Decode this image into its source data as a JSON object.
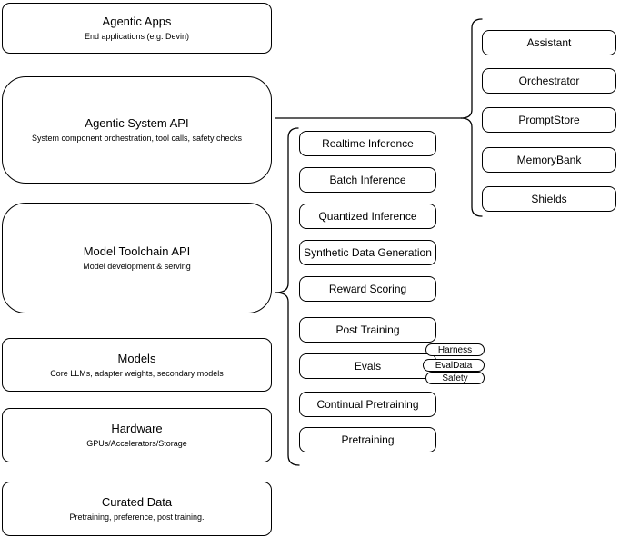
{
  "diagram": {
    "left_stack": [
      {
        "title": "Agentic Apps",
        "subtitle": "End applications (e.g. Devin)"
      },
      {
        "title": "Agentic System API",
        "subtitle": "System component orchestration, tool calls, safety checks"
      },
      {
        "title": "Model Toolchain API",
        "subtitle": "Model development & serving"
      },
      {
        "title": "Models",
        "subtitle": "Core LLMs, adapter weights, secondary models"
      },
      {
        "title": "Hardware",
        "subtitle": "GPUs/Accelerators/Storage"
      },
      {
        "title": "Curated Data",
        "subtitle": "Pretraining, preference, post training."
      }
    ],
    "toolchain_items": [
      "Realtime Inference",
      "Batch Inference",
      "Quantized Inference",
      "Synthetic Data Generation",
      "Reward Scoring",
      "Post Training",
      "Evals",
      "Continual Pretraining",
      "Pretraining"
    ],
    "eval_tags": [
      "Harness",
      "EvalData",
      "Safety"
    ],
    "system_components": [
      "Assistant",
      "Orchestrator",
      "PromptStore",
      "MemoryBank",
      "Shields"
    ],
    "colors": {
      "border": "#000000",
      "background": "#ffffff",
      "text": "#000000"
    }
  }
}
